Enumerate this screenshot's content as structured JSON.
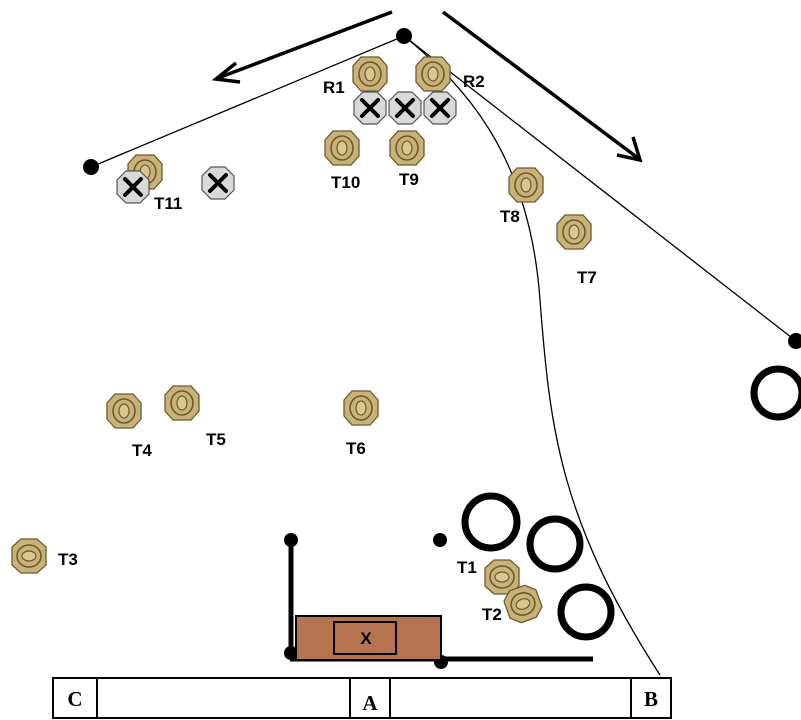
{
  "targets": [
    {
      "id": "R1",
      "label": "R1"
    },
    {
      "id": "R2",
      "label": "R2"
    },
    {
      "id": "T1",
      "label": "T1"
    },
    {
      "id": "T2",
      "label": "T2"
    },
    {
      "id": "T3",
      "label": "T3"
    },
    {
      "id": "T4",
      "label": "T4"
    },
    {
      "id": "T5",
      "label": "T5"
    },
    {
      "id": "T6",
      "label": "T6"
    },
    {
      "id": "T7",
      "label": "T7"
    },
    {
      "id": "T8",
      "label": "T8"
    },
    {
      "id": "T9",
      "label": "T9"
    },
    {
      "id": "T10",
      "label": "T10"
    },
    {
      "id": "T11",
      "label": "T11"
    }
  ],
  "box_label": "X",
  "bar_labels": {
    "left": "C",
    "middle": "A",
    "right": "B"
  },
  "colors": {
    "target_fill": "#c8b27a",
    "target_outline": "#6e5a2a",
    "no_shoot_fill": "#d9d9d9",
    "box_fill": "#b5734f",
    "line": "#000000"
  },
  "icons": {
    "target": "oval-target-icon",
    "no_shoot": "x-no-shoot-icon",
    "steel_ring": "steel-ring-icon",
    "anchor_point": "dot-icon",
    "arrow": "arrow-icon"
  }
}
